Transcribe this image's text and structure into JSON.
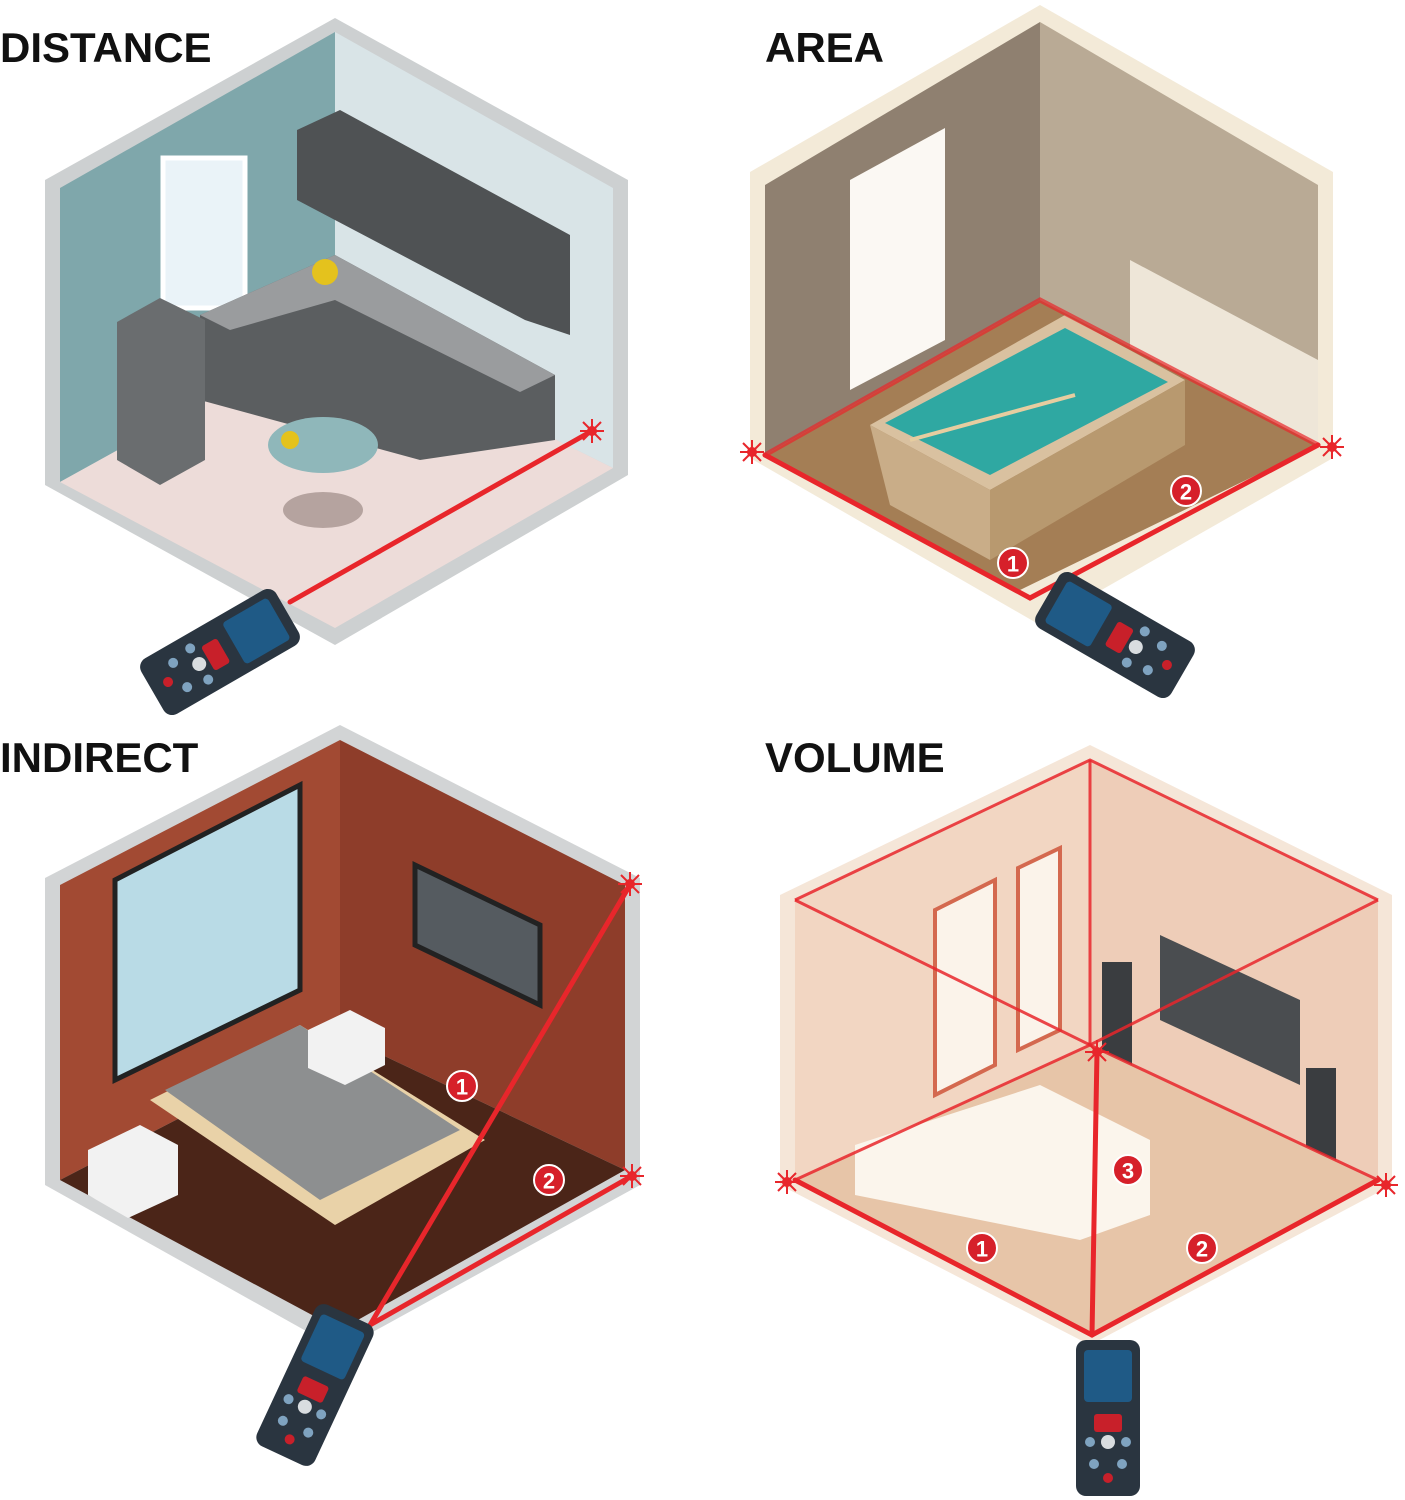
{
  "panels": [
    {
      "title": "DISTANCE",
      "markers": []
    },
    {
      "title": "AREA",
      "markers": [
        "1",
        "2"
      ]
    },
    {
      "title": "INDIRECT",
      "markers": [
        "1",
        "2"
      ]
    },
    {
      "title": "VOLUME",
      "markers": [
        "1",
        "2",
        "3"
      ]
    }
  ],
  "colors": {
    "laser": "#e8262b",
    "device": "#2a3540",
    "screen": "#1f5a86"
  }
}
